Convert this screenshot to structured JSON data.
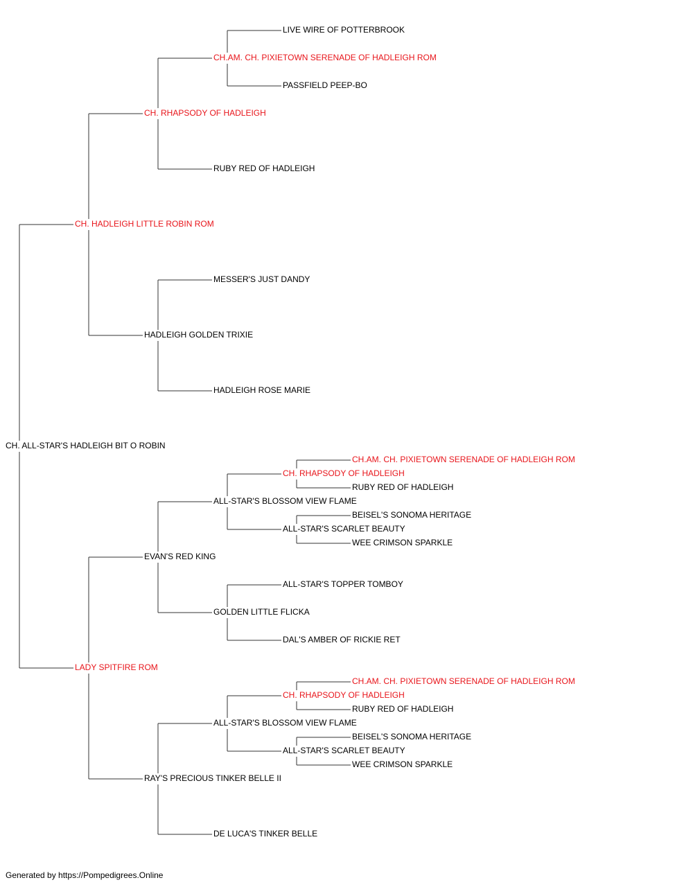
{
  "colors": {
    "highlight": "#e8141a",
    "normal": "#000000",
    "line": "#333333"
  },
  "footer": "Generated by https://Pompedigrees.Online",
  "pedigree": {
    "name": "CH. ALL-STAR'S HADLEIGH BIT O ROBIN",
    "highlight": false,
    "sire": {
      "name": "CH. HADLEIGH LITTLE ROBIN ROM",
      "highlight": true,
      "sire": {
        "name": "CH. RHAPSODY OF HADLEIGH",
        "highlight": true,
        "sire": {
          "name": "CH.AM. CH. PIXIETOWN SERENADE OF HADLEIGH ROM",
          "highlight": true,
          "sire": {
            "name": "LIVE WIRE OF POTTERBROOK",
            "highlight": false
          },
          "dam": {
            "name": "PASSFIELD PEEP-BO",
            "highlight": false
          }
        },
        "dam": {
          "name": "RUBY RED OF HADLEIGH",
          "highlight": false
        }
      },
      "dam": {
        "name": "HADLEIGH GOLDEN TRIXIE",
        "highlight": false,
        "sire": {
          "name": "MESSER'S JUST DANDY",
          "highlight": false
        },
        "dam": {
          "name": "HADLEIGH ROSE MARIE",
          "highlight": false
        }
      }
    },
    "dam": {
      "name": "LADY SPITFIRE ROM",
      "highlight": true,
      "sire": {
        "name": "EVAN'S RED KING",
        "highlight": false,
        "sire": {
          "name": "ALL-STAR'S BLOSSOM VIEW FLAME",
          "highlight": false,
          "sire": {
            "name": "CH. RHAPSODY OF HADLEIGH",
            "highlight": true,
            "sire": {
              "name": "CH.AM. CH. PIXIETOWN SERENADE OF HADLEIGH ROM",
              "highlight": true
            },
            "dam": {
              "name": "RUBY RED OF HADLEIGH",
              "highlight": false
            }
          },
          "dam": {
            "name": "ALL-STAR'S SCARLET BEAUTY",
            "highlight": false,
            "sire": {
              "name": "BEISEL'S SONOMA HERITAGE",
              "highlight": false
            },
            "dam": {
              "name": "WEE CRIMSON SPARKLE",
              "highlight": false
            }
          }
        },
        "dam": {
          "name": "GOLDEN LITTLE FLICKA",
          "highlight": false,
          "sire": {
            "name": "ALL-STAR'S TOPPER TOMBOY",
            "highlight": false
          },
          "dam": {
            "name": "DAL'S AMBER OF RICKIE RET",
            "highlight": false
          }
        }
      },
      "dam": {
        "name": "RAY'S PRECIOUS TINKER BELLE II",
        "highlight": false,
        "sire": {
          "name": "ALL-STAR'S BLOSSOM VIEW FLAME",
          "highlight": false,
          "sire": {
            "name": "CH. RHAPSODY OF HADLEIGH",
            "highlight": true,
            "sire": {
              "name": "CH.AM. CH. PIXIETOWN SERENADE OF HADLEIGH ROM",
              "highlight": true
            },
            "dam": {
              "name": "RUBY RED OF HADLEIGH",
              "highlight": false
            }
          },
          "dam": {
            "name": "ALL-STAR'S SCARLET BEAUTY",
            "highlight": false,
            "sire": {
              "name": "BEISEL'S SONOMA HERITAGE",
              "highlight": false
            },
            "dam": {
              "name": "WEE CRIMSON SPARKLE",
              "highlight": false
            }
          }
        },
        "dam": {
          "name": "DE LUCA'S TINKER BELLE",
          "highlight": false
        }
      }
    }
  }
}
